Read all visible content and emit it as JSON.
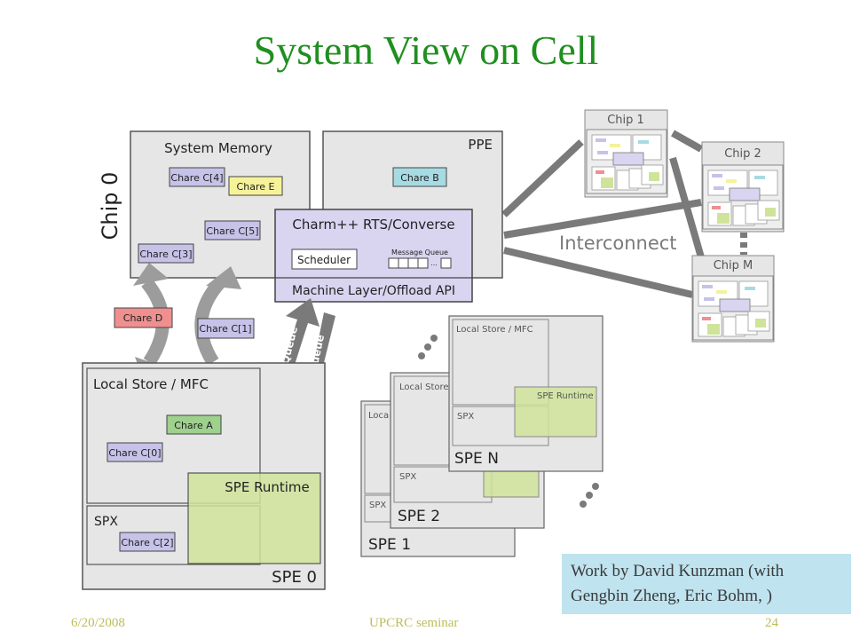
{
  "title": "System View on Cell",
  "colors": {
    "title": "#1f8f1f",
    "box_fill": "#e6e6e6",
    "chare_purple": "#c6c2e8",
    "chare_yellow": "#f6f29a",
    "chare_teal": "#a7dbe3",
    "chare_red": "#ef8f8f",
    "chare_green": "#9ed08e",
    "runtime_green": "#cfe39a",
    "rts_fill": "#d9d4f0",
    "credit_bg": "#bfe3ef"
  },
  "chip0": {
    "label": "Chip 0",
    "system_memory": {
      "label": "System Memory",
      "chares": [
        "Chare C[4]",
        "Chare E",
        "Chare C[5]",
        "Chare C[3]"
      ]
    },
    "ppe": {
      "label": "PPE",
      "chare": "Chare B"
    },
    "rts": {
      "label": "Charm++ RTS/Converse",
      "scheduler": "Scheduler",
      "message_queue": "Message Queue",
      "dots": "...",
      "machine_layer": "Machine Layer/Offload API"
    }
  },
  "transfers": {
    "chare_d": "Chare D",
    "chare_c1": "Chare C[1]",
    "work_request_queue": "Work Request Queue",
    "notification_queue": "Notification Queue"
  },
  "spe0": {
    "label": "SPE 0",
    "local_store": "Local Store / MFC",
    "chare_a": "Chare A",
    "chare_c0": "Chare C[0]",
    "spe_runtime": "SPE Runtime",
    "spx": "SPX",
    "chare_c2": "Chare C[2]"
  },
  "spe_stack": {
    "spe1": "SPE 1",
    "spe2": "SPE 2",
    "spen": "SPE N",
    "local_store_full": "Local Store / MFC",
    "local_store_short": "Local Store",
    "local_store_tiny": "Loca",
    "spx": "SPX",
    "spe_runtime": "SPE Runtime"
  },
  "interconnect": {
    "label": "Interconnect",
    "chips": [
      "Chip 1",
      "Chip 2",
      "Chip M"
    ]
  },
  "credit": {
    "line1": "Work by David Kunzman (with",
    "line2": "Gengbin Zheng, Eric Bohm, )"
  },
  "footer": {
    "date": "6/20/2008",
    "event": "UPCRC seminar",
    "page": "24"
  }
}
